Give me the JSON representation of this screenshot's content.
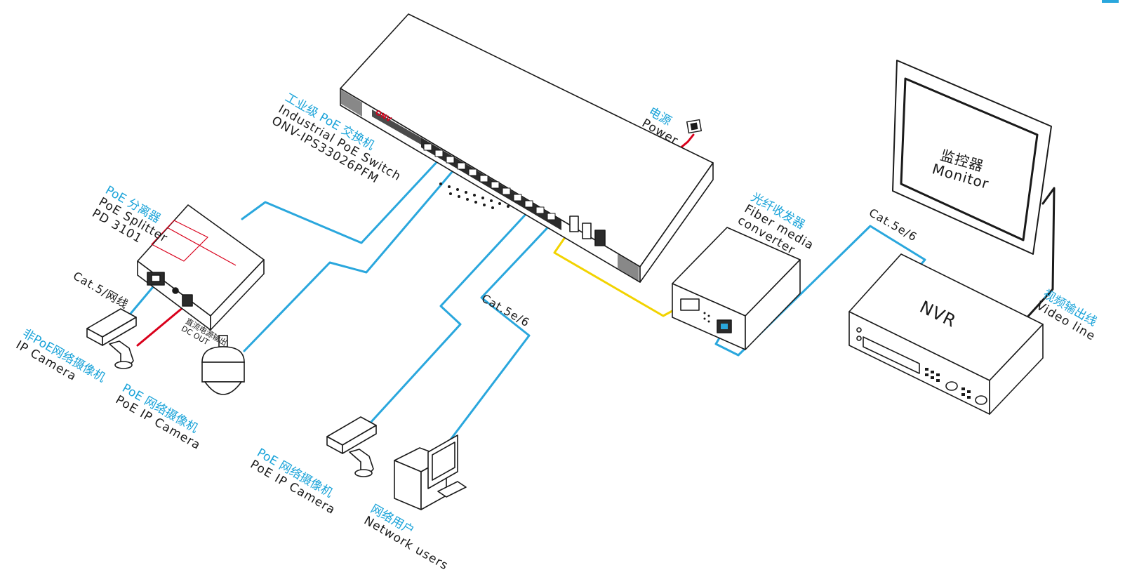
{
  "colors": {
    "ethernet": "#2aa7dd",
    "fiber": "#f2d300",
    "power": "#d9001b",
    "device_line": "#1a1a1a",
    "label_cn": "#1aa3d9",
    "label_en": "#1a1a1a"
  },
  "switch": {
    "label_cn": "工业级 PoE 交换机",
    "label_en": "Industrial PoE Switch",
    "model": "ONV-IPS33026PFM",
    "brand": "ONV"
  },
  "power": {
    "label_cn": "电源",
    "label_en": "Power"
  },
  "splitter": {
    "label_cn": "PoE 分离器",
    "label_en": "PoE Splitter",
    "model": "PD 3101"
  },
  "cat5_cable": {
    "label": "Cat.5/网线"
  },
  "dc_out": {
    "label_cn": "直流电源输出",
    "label_en": "DC OUT"
  },
  "ip_camera": {
    "label_cn": "非PoE网络摄像机",
    "label_en": "IP Camera"
  },
  "dome_camera": {
    "label_cn": "PoE 网络摄像机",
    "label_en": "PoE IP Camera"
  },
  "bottom_camera": {
    "label_cn": "PoE 网络摄像机",
    "label_en": "PoE IP Camera"
  },
  "network_users": {
    "label_cn": "网络用户",
    "label_en": "Network users"
  },
  "cat5e_left": {
    "label": "Cat.5e/6"
  },
  "fiber_converter": {
    "label_cn": "光纤收发器",
    "label_en1": "Fiber media",
    "label_en2": "converter"
  },
  "cat5e_right": {
    "label": "Cat.5e/6"
  },
  "monitor": {
    "label_cn": "监控器",
    "label_en": "Monitor"
  },
  "nvr": {
    "label": "NVR"
  },
  "video_line": {
    "label_cn": "视频输出线",
    "label_en": "Video line"
  }
}
